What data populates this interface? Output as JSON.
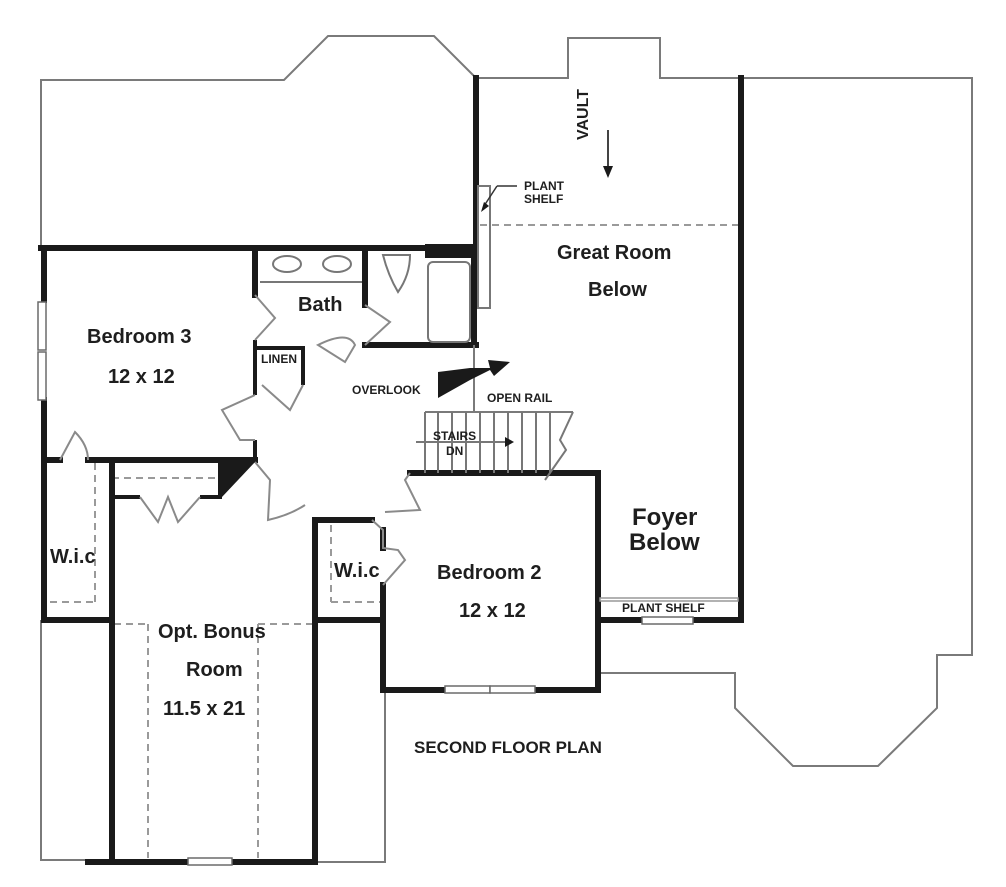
{
  "plan": {
    "title": "SECOND FLOOR PLAN"
  },
  "rooms": {
    "bedroom3": {
      "name": "Bedroom 3",
      "size": "12 x 12"
    },
    "bedroom2": {
      "name": "Bedroom 2",
      "size": "12 x 12"
    },
    "bath": {
      "name": "Bath"
    },
    "linen": {
      "name": "LINEN"
    },
    "wic_left": {
      "name": "W.i.c"
    },
    "wic_right": {
      "name": "W.i.c"
    },
    "bonus": {
      "line1": "Opt. Bonus",
      "line2": "Room",
      "size": "11.5 x 21"
    },
    "great_room": {
      "line1": "Great Room",
      "line2": "Below"
    },
    "foyer": {
      "line1": "Foyer",
      "line2": "Below"
    }
  },
  "annotations": {
    "vault": "VAULT",
    "plant_shelf_top_1": "PLANT",
    "plant_shelf_top_2": "SHELF",
    "plant_shelf_bottom": "PLANT SHELF",
    "overlook": "OVERLOOK",
    "open_rail": "OPEN RAIL",
    "stairs_1": "STAIRS",
    "stairs_2": "DN"
  },
  "colors": {
    "wall": "#1a1a1a",
    "outline": "#7a7a7a",
    "dashed": "#9a9a9a",
    "background": "#ffffff"
  }
}
